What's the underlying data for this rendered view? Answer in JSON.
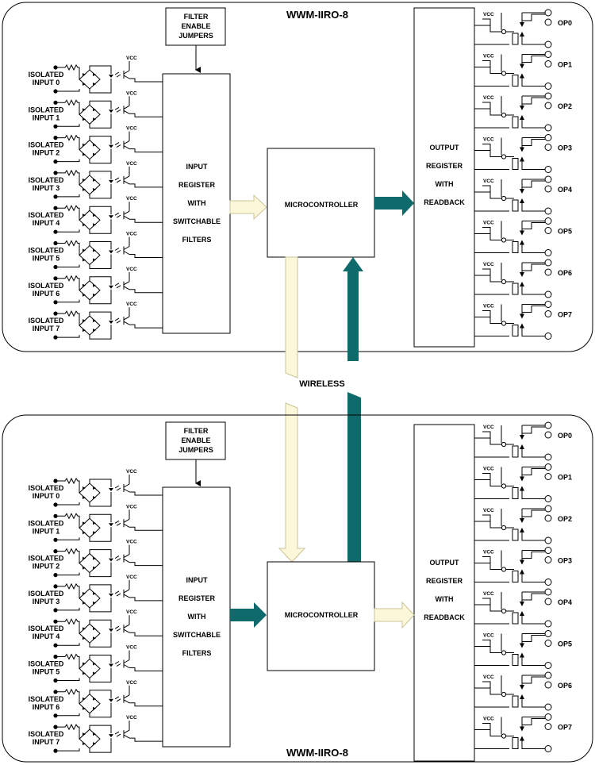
{
  "boards": [
    {
      "title": "WWM-IIRO-8",
      "filter_label": [
        "FILTER",
        "ENABLE",
        "JUMPERS"
      ],
      "input_register_label": [
        "INPUT",
        "REGISTER",
        "WITH",
        "SWITCHABLE",
        "FILTERS"
      ],
      "microcontroller_label": "MICROCONTROLLER",
      "output_register_label": [
        "OUTPUT",
        "REGISTER",
        "WITH",
        "READBACK"
      ],
      "inputs": [
        {
          "line1": "ISOLATED",
          "line2": "INPUT 0"
        },
        {
          "line1": "ISOLATED",
          "line2": "INPUT 1"
        },
        {
          "line1": "ISOLATED",
          "line2": "INPUT 2"
        },
        {
          "line1": "ISOLATED",
          "line2": "INPUT 3"
        },
        {
          "line1": "ISOLATED",
          "line2": "INPUT 4"
        },
        {
          "line1": "ISOLATED",
          "line2": "INPUT 5"
        },
        {
          "line1": "ISOLATED",
          "line2": "INPUT 6"
        },
        {
          "line1": "ISOLATED",
          "line2": "INPUT 7"
        }
      ],
      "outputs": [
        "OP0",
        "OP1",
        "OP2",
        "OP3",
        "OP4",
        "OP5",
        "OP6",
        "OP7"
      ],
      "vcc": "VCC"
    },
    {
      "title": "WWM-IIRO-8",
      "filter_label": [
        "FILTER",
        "ENABLE",
        "JUMPERS"
      ],
      "input_register_label": [
        "INPUT",
        "REGISTER",
        "WITH",
        "SWITCHABLE",
        "FILTERS"
      ],
      "microcontroller_label": "MICROCONTROLLER",
      "output_register_label": [
        "OUTPUT",
        "REGISTER",
        "WITH",
        "READBACK"
      ],
      "inputs": [
        {
          "line1": "ISOLATED",
          "line2": "INPUT 0"
        },
        {
          "line1": "ISOLATED",
          "line2": "INPUT 1"
        },
        {
          "line1": "ISOLATED",
          "line2": "INPUT 2"
        },
        {
          "line1": "ISOLATED",
          "line2": "INPUT 3"
        },
        {
          "line1": "ISOLATED",
          "line2": "INPUT 4"
        },
        {
          "line1": "ISOLATED",
          "line2": "INPUT 5"
        },
        {
          "line1": "ISOLATED",
          "line2": "INPUT 6"
        },
        {
          "line1": "ISOLATED",
          "line2": "INPUT 7"
        }
      ],
      "outputs": [
        "OP0",
        "OP1",
        "OP2",
        "OP3",
        "OP4",
        "OP5",
        "OP6",
        "OP7"
      ],
      "vcc": "VCC"
    }
  ],
  "wireless_label": "WIRELESS",
  "colors": {
    "teal": "#0f6b6b",
    "cream": "#fbf7d8"
  }
}
